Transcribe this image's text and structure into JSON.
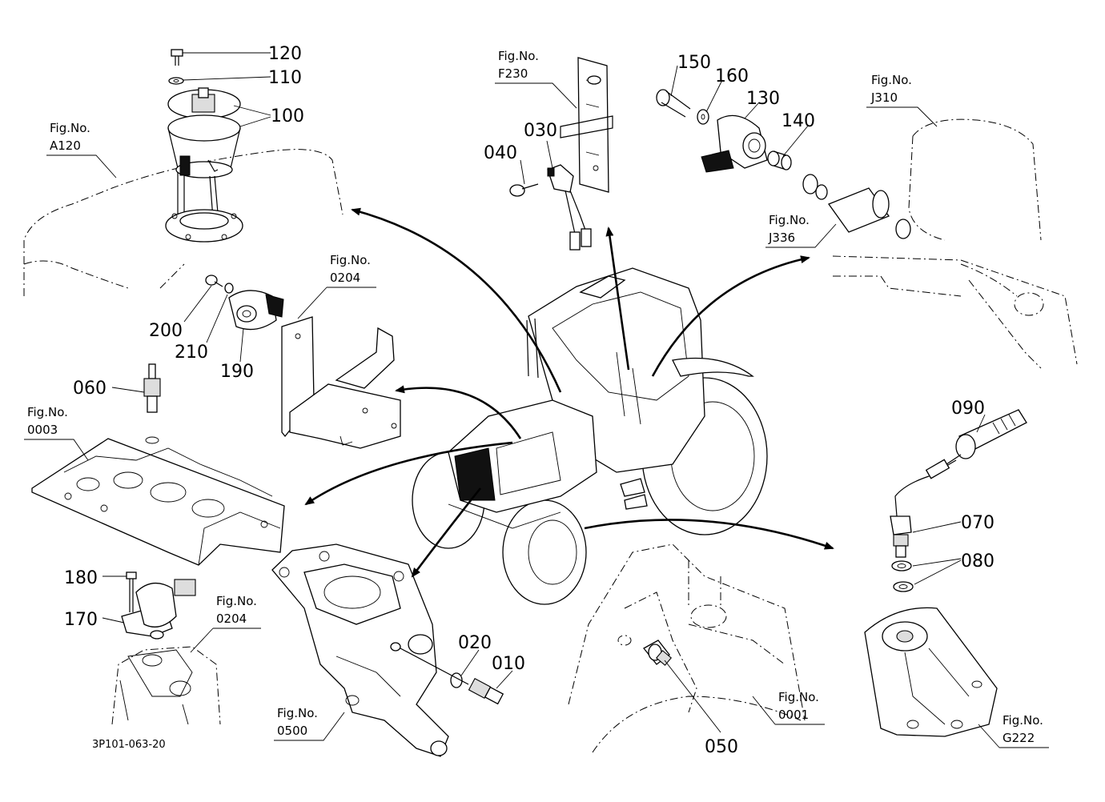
{
  "document_id": "3P101-063-20",
  "callouts": {
    "c010": "010",
    "c020": "020",
    "c030": "030",
    "c040": "040",
    "c050": "050",
    "c060": "060",
    "c070": "070",
    "c080": "080",
    "c090": "090",
    "c100": "100",
    "c110": "110",
    "c120": "120",
    "c130": "130",
    "c140": "140",
    "c150": "150",
    "c160": "160",
    "c170": "170",
    "c180": "180",
    "c190": "190",
    "c200": "200",
    "c210": "210"
  },
  "figure_refs": {
    "f_a120": {
      "label": "Fig.No.",
      "number": "A120"
    },
    "f_f230": {
      "label": "Fig.No.",
      "number": "F230"
    },
    "f_j310": {
      "label": "Fig.No.",
      "number": "J310"
    },
    "f_j336": {
      "label": "Fig.No.",
      "number": "J336"
    },
    "f_0204_top": {
      "label": "Fig.No.",
      "number": "0204"
    },
    "f_0003": {
      "label": "Fig.No.",
      "number": "0003"
    },
    "f_0204_bottom": {
      "label": "Fig.No.",
      "number": "0204"
    },
    "f_0500": {
      "label": "Fig.No.",
      "number": "0500"
    },
    "f_0001": {
      "label": "Fig.No.",
      "number": "0001"
    },
    "f_g222": {
      "label": "Fig.No.",
      "number": "G222"
    }
  }
}
